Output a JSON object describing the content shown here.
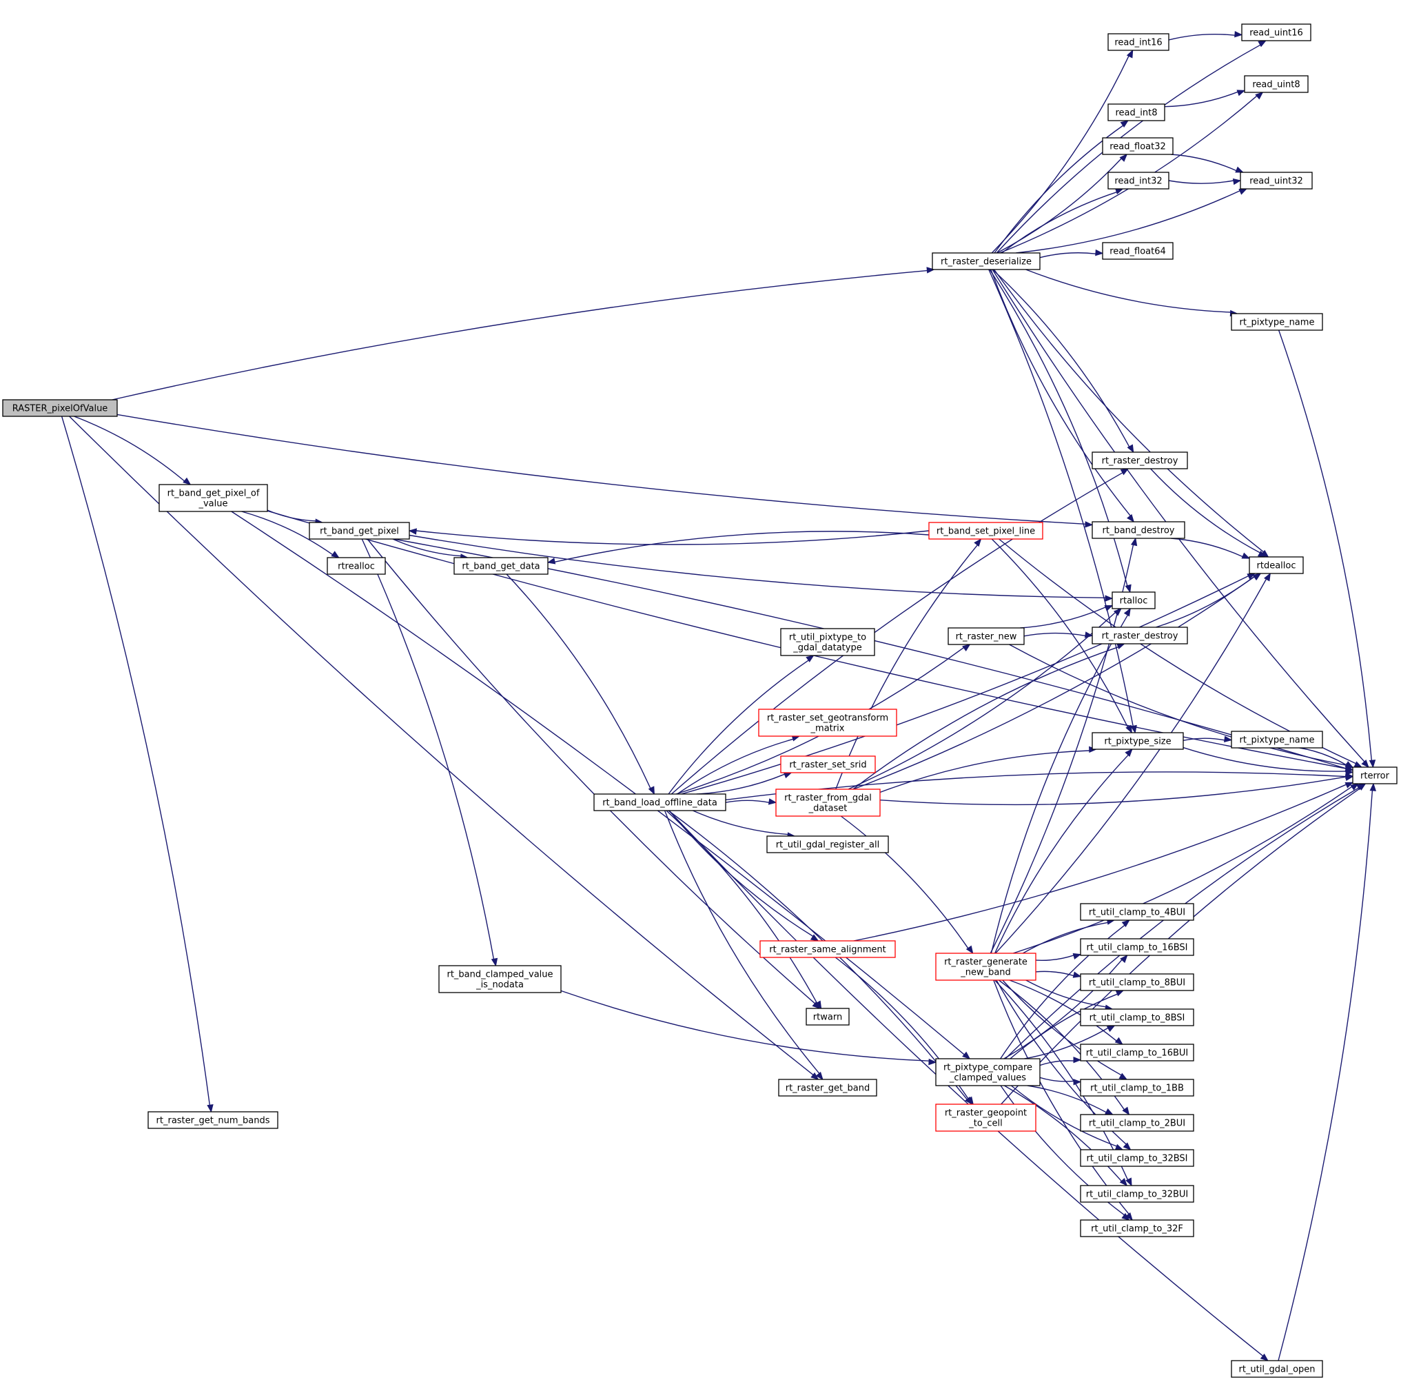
{
  "diagram": {
    "nodes": [
      {
        "id": "RASTER_pixelOfValue",
        "lines": [
          "RASTER_pixelOfValue"
        ],
        "style": "root"
      },
      {
        "id": "rt_band_get_pixel_of_value",
        "lines": [
          "rt_band_get_pixel_of",
          "_value"
        ],
        "style": "black"
      },
      {
        "id": "rt_raster_get_num_bands",
        "lines": [
          "rt_raster_get_num_bands"
        ],
        "style": "black"
      },
      {
        "id": "rt_band_get_pixel",
        "lines": [
          "rt_band_get_pixel"
        ],
        "style": "black"
      },
      {
        "id": "rtrealloc",
        "lines": [
          "rtrealloc"
        ],
        "style": "black"
      },
      {
        "id": "rt_band_get_data",
        "lines": [
          "rt_band_get_data"
        ],
        "style": "black"
      },
      {
        "id": "rt_band_clamped_value_is_nodata",
        "lines": [
          "rt_band_clamped_value",
          "_is_nodata"
        ],
        "style": "black"
      },
      {
        "id": "rt_band_load_offline_data",
        "lines": [
          "rt_band_load_offline_data"
        ],
        "style": "black"
      },
      {
        "id": "rt_util_pixtype_to_gdal_datatype",
        "lines": [
          "rt_util_pixtype_to",
          "_gdal_datatype"
        ],
        "style": "black"
      },
      {
        "id": "rt_raster_set_geotransform_matrix",
        "lines": [
          "rt_raster_set_geotransform",
          "_matrix"
        ],
        "style": "red"
      },
      {
        "id": "rt_raster_set_srid",
        "lines": [
          "rt_raster_set_srid"
        ],
        "style": "red"
      },
      {
        "id": "rt_raster_from_gdal_dataset",
        "lines": [
          "rt_raster_from_gdal",
          "_dataset"
        ],
        "style": "red"
      },
      {
        "id": "rt_util_gdal_register_all",
        "lines": [
          "rt_util_gdal_register_all"
        ],
        "style": "black"
      },
      {
        "id": "rt_raster_same_alignment",
        "lines": [
          "rt_raster_same_alignment"
        ],
        "style": "red"
      },
      {
        "id": "rtwarn",
        "lines": [
          "rtwarn"
        ],
        "style": "black"
      },
      {
        "id": "rt_raster_get_band",
        "lines": [
          "rt_raster_get_band"
        ],
        "style": "black"
      },
      {
        "id": "rt_raster_deserialize",
        "lines": [
          "rt_raster_deserialize"
        ],
        "style": "black"
      },
      {
        "id": "rt_band_set_pixel_line",
        "lines": [
          "rt_band_set_pixel_line"
        ],
        "style": "red"
      },
      {
        "id": "rt_raster_new",
        "lines": [
          "rt_raster_new"
        ],
        "style": "black"
      },
      {
        "id": "rt_raster_generate_new_band",
        "lines": [
          "rt_raster_generate",
          "_new_band"
        ],
        "style": "red"
      },
      {
        "id": "rt_pixtype_compare_clamped_values",
        "lines": [
          "rt_pixtype_compare",
          "_clamped_values"
        ],
        "style": "black"
      },
      {
        "id": "rt_raster_geopoint_to_cell",
        "lines": [
          "rt_raster_geopoint",
          "_to_cell"
        ],
        "style": "red"
      },
      {
        "id": "read_int16",
        "lines": [
          "read_int16"
        ],
        "style": "black"
      },
      {
        "id": "read_int8",
        "lines": [
          "read_int8"
        ],
        "style": "black"
      },
      {
        "id": "read_float32",
        "lines": [
          "read_float32"
        ],
        "style": "black"
      },
      {
        "id": "read_int32",
        "lines": [
          "read_int32"
        ],
        "style": "black"
      },
      {
        "id": "read_float64",
        "lines": [
          "read_float64"
        ],
        "style": "black"
      },
      {
        "id": "rt_pixtype_name_top",
        "lines": [
          "rt_pixtype_name"
        ],
        "style": "black"
      },
      {
        "id": "rt_raster_destroy_a",
        "lines": [
          "rt_raster_destroy"
        ],
        "style": "black"
      },
      {
        "id": "rt_band_destroy",
        "lines": [
          "rt_band_destroy"
        ],
        "style": "black"
      },
      {
        "id": "rtalloc",
        "lines": [
          "rtalloc"
        ],
        "style": "black"
      },
      {
        "id": "rt_raster_destroy_b",
        "lines": [
          "rt_raster_destroy"
        ],
        "style": "black"
      },
      {
        "id": "rt_pixtype_size",
        "lines": [
          "rt_pixtype_size"
        ],
        "style": "black"
      },
      {
        "id": "rt_util_clamp_to_4BUI",
        "lines": [
          "rt_util_clamp_to_4BUI"
        ],
        "style": "black"
      },
      {
        "id": "rt_util_clamp_to_16BSI",
        "lines": [
          "rt_util_clamp_to_16BSI"
        ],
        "style": "black"
      },
      {
        "id": "rt_util_clamp_to_8BUI",
        "lines": [
          "rt_util_clamp_to_8BUI"
        ],
        "style": "black"
      },
      {
        "id": "rt_util_clamp_to_8BSI",
        "lines": [
          "rt_util_clamp_to_8BSI"
        ],
        "style": "black"
      },
      {
        "id": "rt_util_clamp_to_16BUI",
        "lines": [
          "rt_util_clamp_to_16BUI"
        ],
        "style": "black"
      },
      {
        "id": "rt_util_clamp_to_1BB",
        "lines": [
          "rt_util_clamp_to_1BB"
        ],
        "style": "black"
      },
      {
        "id": "rt_util_clamp_to_2BUI",
        "lines": [
          "rt_util_clamp_to_2BUI"
        ],
        "style": "black"
      },
      {
        "id": "rt_util_clamp_to_32BSI",
        "lines": [
          "rt_util_clamp_to_32BSI"
        ],
        "style": "black"
      },
      {
        "id": "rt_util_clamp_to_32BUI",
        "lines": [
          "rt_util_clamp_to_32BUI"
        ],
        "style": "black"
      },
      {
        "id": "rt_util_clamp_to_32F",
        "lines": [
          "rt_util_clamp_to_32F"
        ],
        "style": "black"
      },
      {
        "id": "rt_util_gdal_open",
        "lines": [
          "rt_util_gdal_open"
        ],
        "style": "black"
      },
      {
        "id": "read_uint16",
        "lines": [
          "read_uint16"
        ],
        "style": "black"
      },
      {
        "id": "read_uint8",
        "lines": [
          "read_uint8"
        ],
        "style": "black"
      },
      {
        "id": "read_uint32",
        "lines": [
          "read_uint32"
        ],
        "style": "black"
      },
      {
        "id": "rtdealloc",
        "lines": [
          "rtdealloc"
        ],
        "style": "black"
      },
      {
        "id": "rt_pixtype_name_mid",
        "lines": [
          "rt_pixtype_name"
        ],
        "style": "black"
      },
      {
        "id": "rterror",
        "lines": [
          "rterror"
        ],
        "style": "black"
      }
    ],
    "edges": [
      [
        "RASTER_pixelOfValue",
        "rt_raster_deserialize"
      ],
      [
        "RASTER_pixelOfValue",
        "rt_band_destroy"
      ],
      [
        "RASTER_pixelOfValue",
        "rt_band_get_pixel_of_value"
      ],
      [
        "RASTER_pixelOfValue",
        "rt_raster_get_band"
      ],
      [
        "RASTER_pixelOfValue",
        "rt_raster_get_num_bands"
      ],
      [
        "rt_band_get_pixel_of_value",
        "rt_band_get_pixel"
      ],
      [
        "rt_band_get_pixel_of_value",
        "rtrealloc"
      ],
      [
        "rt_band_get_pixel_of_value",
        "rterror"
      ],
      [
        "rt_band_get_pixel_of_value",
        "rt_pixtype_compare_clamped_values"
      ],
      [
        "rt_band_get_pixel",
        "rt_band_get_data"
      ],
      [
        "rt_band_get_pixel",
        "rt_band_clamped_value_is_nodata"
      ],
      [
        "rt_band_get_pixel",
        "rtwarn"
      ],
      [
        "rt_band_get_pixel",
        "rterror"
      ],
      [
        "rt_band_get_pixel",
        "rtalloc"
      ],
      [
        "rt_band_get_data",
        "rt_band_load_offline_data"
      ],
      [
        "rt_band_clamped_value_is_nodata",
        "rt_pixtype_compare_clamped_values"
      ],
      [
        "rt_band_load_offline_data",
        "rt_raster_destroy_a"
      ],
      [
        "rt_band_load_offline_data",
        "rtdealloc"
      ],
      [
        "rt_band_load_offline_data",
        "rt_util_pixtype_to_gdal_datatype"
      ],
      [
        "rt_band_load_offline_data",
        "rt_raster_new"
      ],
      [
        "rt_band_load_offline_data",
        "rt_raster_set_geotransform_matrix"
      ],
      [
        "rt_band_load_offline_data",
        "rt_raster_set_srid"
      ],
      [
        "rt_band_load_offline_data",
        "rt_raster_from_gdal_dataset"
      ],
      [
        "rt_band_load_offline_data",
        "rt_util_gdal_register_all"
      ],
      [
        "rt_band_load_offline_data",
        "rterror"
      ],
      [
        "rt_band_load_offline_data",
        "rt_raster_same_alignment"
      ],
      [
        "rt_band_load_offline_data",
        "rtwarn"
      ],
      [
        "rt_band_load_offline_data",
        "rt_raster_get_band"
      ],
      [
        "rt_band_load_offline_data",
        "rt_raster_geopoint_to_cell"
      ],
      [
        "rt_band_load_offline_data",
        "rt_util_gdal_open"
      ],
      [
        "rt_band_set_pixel_line",
        "rt_band_get_pixel"
      ],
      [
        "rt_band_set_pixel_line",
        "rt_band_get_data"
      ],
      [
        "rt_band_set_pixel_line",
        "rt_pixtype_size"
      ],
      [
        "rt_band_set_pixel_line",
        "rterror"
      ],
      [
        "rt_raster_from_gdal_dataset",
        "rt_band_set_pixel_line"
      ],
      [
        "rt_raster_from_gdal_dataset",
        "rtalloc"
      ],
      [
        "rt_raster_from_gdal_dataset",
        "rt_raster_destroy_b"
      ],
      [
        "rt_raster_from_gdal_dataset",
        "rtdealloc"
      ],
      [
        "rt_raster_from_gdal_dataset",
        "rt_pixtype_size"
      ],
      [
        "rt_raster_from_gdal_dataset",
        "rterror"
      ],
      [
        "rt_raster_from_gdal_dataset",
        "rt_raster_generate_new_band"
      ],
      [
        "rt_raster_new",
        "rtalloc"
      ],
      [
        "rt_raster_new",
        "rt_raster_destroy_b"
      ],
      [
        "rt_raster_new",
        "rterror"
      ],
      [
        "rt_raster_same_alignment",
        "rt_raster_geopoint_to_cell"
      ],
      [
        "rt_raster_same_alignment",
        "rterror"
      ],
      [
        "rt_raster_geopoint_to_cell",
        "rterror"
      ],
      [
        "rt_raster_generate_new_band",
        "rt_band_destroy"
      ],
      [
        "rt_raster_generate_new_band",
        "rtalloc"
      ],
      [
        "rt_raster_generate_new_band",
        "rtdealloc"
      ],
      [
        "rt_raster_generate_new_band",
        "rt_pixtype_size"
      ],
      [
        "rt_raster_generate_new_band",
        "rterror"
      ],
      [
        "rt_raster_generate_new_band",
        "rt_util_clamp_to_4BUI"
      ],
      [
        "rt_raster_generate_new_band",
        "rt_util_clamp_to_16BSI"
      ],
      [
        "rt_raster_generate_new_band",
        "rt_util_clamp_to_8BUI"
      ],
      [
        "rt_raster_generate_new_band",
        "rt_util_clamp_to_8BSI"
      ],
      [
        "rt_raster_generate_new_band",
        "rt_util_clamp_to_16BUI"
      ],
      [
        "rt_raster_generate_new_band",
        "rt_util_clamp_to_1BB"
      ],
      [
        "rt_raster_generate_new_band",
        "rt_util_clamp_to_2BUI"
      ],
      [
        "rt_raster_generate_new_band",
        "rt_util_clamp_to_32BSI"
      ],
      [
        "rt_raster_generate_new_band",
        "rt_util_clamp_to_32BUI"
      ],
      [
        "rt_raster_generate_new_band",
        "rt_util_clamp_to_32F"
      ],
      [
        "rt_pixtype_compare_clamped_values",
        "rt_util_clamp_to_4BUI"
      ],
      [
        "rt_pixtype_compare_clamped_values",
        "rt_util_clamp_to_16BSI"
      ],
      [
        "rt_pixtype_compare_clamped_values",
        "rt_util_clamp_to_8BUI"
      ],
      [
        "rt_pixtype_compare_clamped_values",
        "rt_util_clamp_to_8BSI"
      ],
      [
        "rt_pixtype_compare_clamped_values",
        "rt_util_clamp_to_16BUI"
      ],
      [
        "rt_pixtype_compare_clamped_values",
        "rt_util_clamp_to_1BB"
      ],
      [
        "rt_pixtype_compare_clamped_values",
        "rt_util_clamp_to_2BUI"
      ],
      [
        "rt_pixtype_compare_clamped_values",
        "rt_util_clamp_to_32BSI"
      ],
      [
        "rt_pixtype_compare_clamped_values",
        "rt_util_clamp_to_32BUI"
      ],
      [
        "rt_pixtype_compare_clamped_values",
        "rt_util_clamp_to_32F"
      ],
      [
        "rt_pixtype_compare_clamped_values",
        "rterror"
      ],
      [
        "rt_raster_deserialize",
        "read_int16"
      ],
      [
        "rt_raster_deserialize",
        "read_uint16"
      ],
      [
        "rt_raster_deserialize",
        "read_uint8"
      ],
      [
        "rt_raster_deserialize",
        "read_int8"
      ],
      [
        "rt_raster_deserialize",
        "read_float32"
      ],
      [
        "rt_raster_deserialize",
        "read_int32"
      ],
      [
        "rt_raster_deserialize",
        "read_uint32"
      ],
      [
        "rt_raster_deserialize",
        "read_float64"
      ],
      [
        "rt_raster_deserialize",
        "rt_pixtype_name_top"
      ],
      [
        "rt_raster_deserialize",
        "rt_raster_destroy_a"
      ],
      [
        "rt_raster_deserialize",
        "rt_band_destroy"
      ],
      [
        "rt_raster_deserialize",
        "rtalloc"
      ],
      [
        "rt_raster_deserialize",
        "rtdealloc"
      ],
      [
        "rt_raster_deserialize",
        "rt_pixtype_size"
      ],
      [
        "rt_raster_deserialize",
        "rterror"
      ],
      [
        "read_int16",
        "read_uint16"
      ],
      [
        "read_int8",
        "read_uint8"
      ],
      [
        "read_float32",
        "read_uint32"
      ],
      [
        "read_int32",
        "read_uint32"
      ],
      [
        "rt_pixtype_name_top",
        "rterror"
      ],
      [
        "rt_raster_destroy_a",
        "rtdealloc"
      ],
      [
        "rt_band_destroy",
        "rtdealloc"
      ],
      [
        "rt_raster_destroy_b",
        "rtdealloc"
      ],
      [
        "rt_pixtype_size",
        "rt_pixtype_name_mid"
      ],
      [
        "rt_pixtype_size",
        "rterror"
      ],
      [
        "rt_pixtype_name_mid",
        "rterror"
      ],
      [
        "rt_util_gdal_open",
        "rterror"
      ]
    ]
  }
}
